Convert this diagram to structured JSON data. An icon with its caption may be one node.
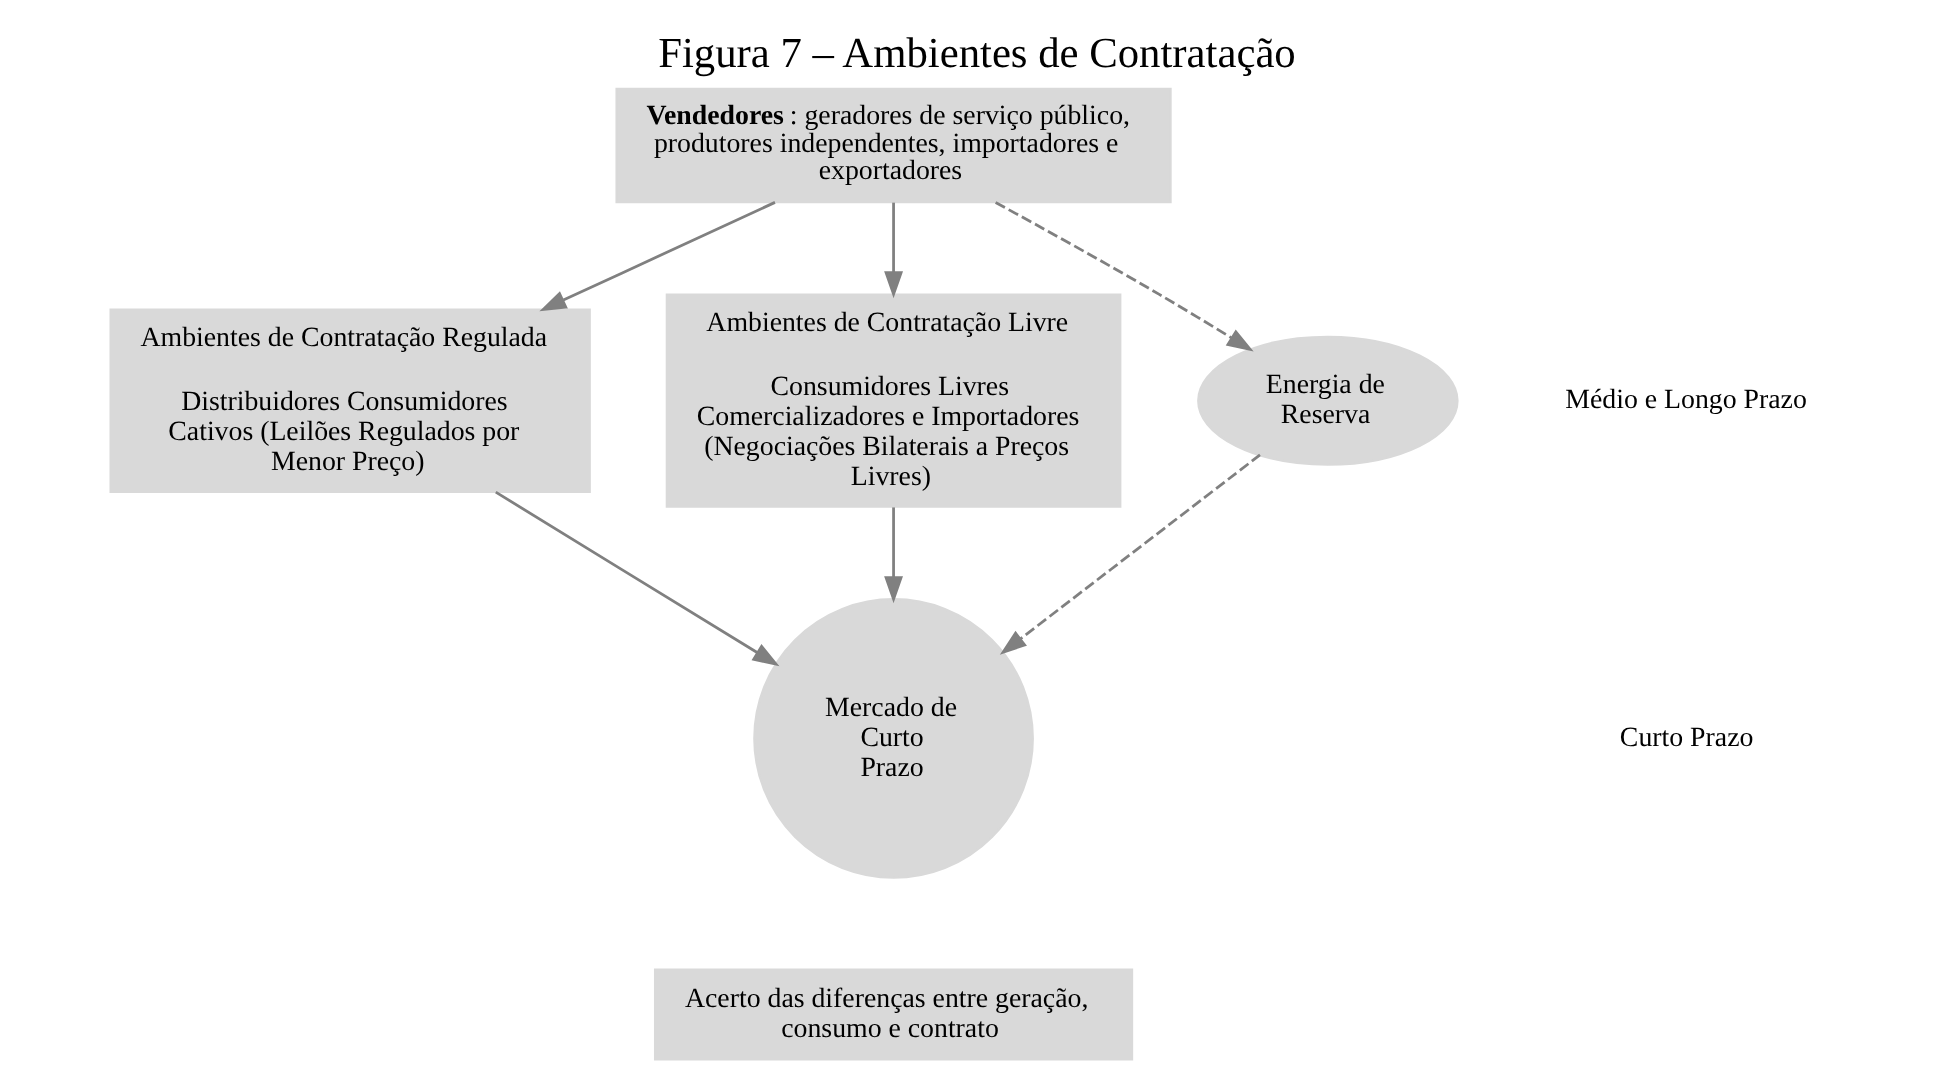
{
  "diagram": {
    "title": "Figura 7 – Ambientes de Contratação",
    "nodes": [
      {
        "text": [
          "**Vendedores**: geradores de serviço público, produtores independentes, importadores e exportadores"
        ]
      },
      {
        "text": [
          "Ambientes de Contratação Regulada",
          "Distribuidores Consumidores Cativos (Leilões Regulados por Menor Preço)"
        ]
      },
      {
        "text": [
          "Ambientes de Contratação Livre",
          "Consumidores Livres Comercializadores e Importadores (Negociações Bilaterais a Preços Livres)"
        ]
      },
      {
        "text": [
          "Energia de Reserva"
        ]
      },
      {
        "text": [
          "Mercado de Curto Prazo"
        ]
      },
      {
        "text": [
          "Acerto das diferenças entre geração, consumo e contrato"
        ]
      }
    ],
    "edges": [
      {
        "from": 0,
        "to": 1,
        "arrow": "to"
      },
      {
        "from": 0,
        "to": 2,
        "arrow": "to"
      },
      {
        "from": 0,
        "to": 3,
        "arrow": "to",
        "style": "dashed"
      },
      {
        "from": 1,
        "to": 4,
        "arrow": "to"
      },
      {
        "from": 2,
        "to": 4,
        "arrow": "to"
      },
      {
        "from": 3,
        "to": 4,
        "arrow": "to",
        "style": "dashed"
      }
    ],
    "labels": [
      "Médio e Longo Prazo",
      "Curto Prazo"
    ]
  }
}
